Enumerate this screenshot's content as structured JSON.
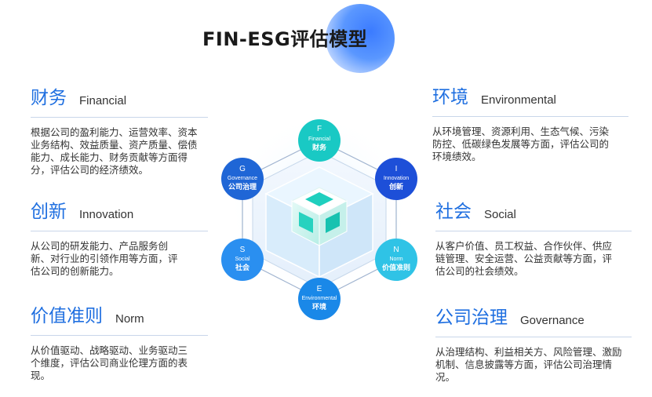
{
  "title": "FIN-ESG评估模型",
  "blocks": {
    "financial": {
      "zh": "财务",
      "en": "Financial",
      "desc": "根据公司的盈利能力、运营效率、资本业务结构、效益质量、资产质量、偿债能力、成长能力、财务贡献等方面得分，评估公司的经济绩效。"
    },
    "innovation": {
      "zh": "创新",
      "en": "Innovation",
      "desc": "从公司的研发能力、产品服务创新、对行业的引领作用等方面，评估公司的创新能力。"
    },
    "norm": {
      "zh": "价值准则",
      "en": "Norm",
      "desc": "从价值驱动、战略驱动、业务驱动三个维度，评估公司商业伦理方面的表现。"
    },
    "environmental": {
      "zh": "环境",
      "en": "Environmental",
      "desc": "从环境管理、资源利用、生态气候、污染防控、低碳绿色发展等方面，评估公司的环境绩效。"
    },
    "social": {
      "zh": "社会",
      "en": "Social",
      "desc": "从客户价值、员工权益、合作伙伴、供应链管理、安全运营、公益贡献等方面，评估公司的社会绩效。"
    },
    "governance": {
      "zh": "公司治理",
      "en": "Governance",
      "desc": "从治理结构、利益相关方、风险管理、激励机制、信息披露等方面，评估公司治理情况。"
    }
  },
  "nodes": {
    "F": {
      "letter": "F",
      "en": "Financial",
      "zh": "财务",
      "color": "#19c9c4"
    },
    "I": {
      "letter": "I",
      "en": "Innovation",
      "zh": "创新",
      "color": "#1d4fd8"
    },
    "N": {
      "letter": "N",
      "en": "Norm",
      "zh": "价值准则",
      "color": "#2fc3e6"
    },
    "E": {
      "letter": "E",
      "en": "Environmental",
      "zh": "环境",
      "color": "#1a88e8"
    },
    "S": {
      "letter": "S",
      "en": "Social",
      "zh": "社会",
      "color": "#2a8ff0"
    },
    "G": {
      "letter": "G",
      "en": "Governance",
      "zh": "公司治理",
      "color": "#1f66d6"
    }
  },
  "colors": {
    "accent": "#1f6fe0",
    "cube_face": "#5fe0cf",
    "cube_dark": "#17c6b4"
  }
}
